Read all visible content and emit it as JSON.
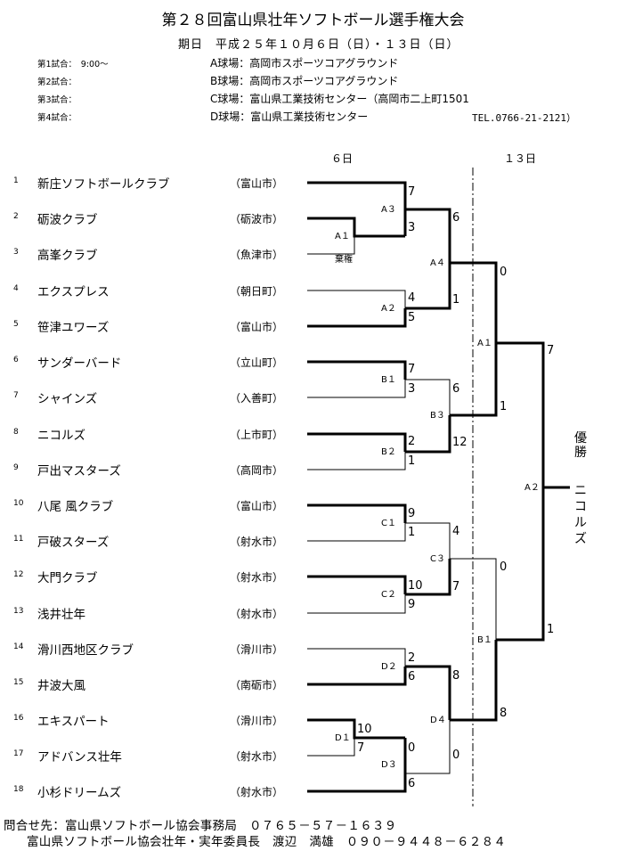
{
  "header": {
    "title": "第２８回富山県壮年ソフトボール選手権大会",
    "dates": "期日　平成２５年１０月６日（日）・１３日（日）"
  },
  "schedule": [
    "第1試合：　9:00～",
    "第2試合：",
    "第3試合：",
    "第4試合："
  ],
  "fields": [
    "A球場：高岡市スポーツコアグラウンド",
    "B球場：高岡市スポーツコアグラウンド",
    "C球場：富山県工業技術センター（高岡市二上町1501",
    "D球場：富山県工業技術センター"
  ],
  "tel": "TEL.0766-21-2121）",
  "days": {
    "day1": "６日",
    "day2": "１３日"
  },
  "teams": [
    {
      "no": "1",
      "name": "新庄ソフトボールクラブ",
      "city": "（富山市）"
    },
    {
      "no": "2",
      "name": "砺波クラブ",
      "city": "（砺波市）"
    },
    {
      "no": "3",
      "name": "高峯クラブ",
      "city": "（魚津市）"
    },
    {
      "no": "4",
      "name": "エクスプレス",
      "city": "（朝日町）"
    },
    {
      "no": "5",
      "name": "笹津ユワーズ",
      "city": "（富山市）"
    },
    {
      "no": "6",
      "name": "サンダーバード",
      "city": "（立山町）"
    },
    {
      "no": "7",
      "name": "シャインズ",
      "city": "（入善町）"
    },
    {
      "no": "8",
      "name": "ニコルズ",
      "city": "（上市町）"
    },
    {
      "no": "9",
      "name": "戸出マスターズ",
      "city": "（高岡市）"
    },
    {
      "no": "10",
      "name": "八尾 風クラブ",
      "city": "（富山市）"
    },
    {
      "no": "11",
      "name": "戸破スターズ",
      "city": "（射水市）"
    },
    {
      "no": "12",
      "name": "大門クラブ",
      "city": "（射水市）"
    },
    {
      "no": "13",
      "name": "浅井壮年",
      "city": "（射水市）"
    },
    {
      "no": "14",
      "name": "滑川西地区クラブ",
      "city": "（滑川市）"
    },
    {
      "no": "15",
      "name": "井波大風",
      "city": "（南砺市）"
    },
    {
      "no": "16",
      "name": "エキスパート",
      "city": "（滑川市）"
    },
    {
      "no": "17",
      "name": "アドバンス壮年",
      "city": "（射水市）"
    },
    {
      "no": "18",
      "name": "小杉ドリームズ",
      "city": "（射水市）"
    }
  ],
  "games": {
    "A1a": {
      "label": "A１",
      "note": "棄権"
    },
    "A3": {
      "label": "A３",
      "top": "7",
      "bottom": "3"
    },
    "A2a": {
      "label": "A２",
      "top": "4",
      "bottom": "5"
    },
    "A4": {
      "label": "A４",
      "top": "6",
      "bottom": "1"
    },
    "B1a": {
      "label": "B１",
      "top": "7",
      "bottom": "3"
    },
    "B2": {
      "label": "B２",
      "top": "2",
      "bottom": "1"
    },
    "B3": {
      "label": "B３",
      "top": "6",
      "bottom": "12"
    },
    "C1": {
      "label": "C１",
      "top": "9",
      "bottom": "1"
    },
    "C2": {
      "label": "C２",
      "top": "10",
      "bottom": "9"
    },
    "C3": {
      "label": "C３",
      "top": "4",
      "bottom": "7"
    },
    "D2": {
      "label": "D２",
      "top": "2",
      "bottom": "6"
    },
    "D1": {
      "label": "D１",
      "top": "10",
      "bottom": "7"
    },
    "D3": {
      "label": "D３",
      "top": "0",
      "bottom": "6"
    },
    "D4": {
      "label": "D４",
      "top": "8",
      "bottom": "0"
    },
    "A1b": {
      "label": "A１",
      "top": "0",
      "bottom": "1"
    },
    "B1b": {
      "label": "B１",
      "top": "0",
      "bottom": "8"
    },
    "A2b": {
      "label": "A２",
      "top": "7",
      "bottom": "1"
    }
  },
  "winner": {
    "caption": "優勝",
    "name": "ニコルズ"
  },
  "footer": {
    "line1": "問合せ先：富山県ソフトボール協会事務局　０７６５－５７－１６３９",
    "line2": "富山県ソフトボール協会壮年・実年委員長　渡辺　満雄　０９０－９４４８－６２８４"
  }
}
